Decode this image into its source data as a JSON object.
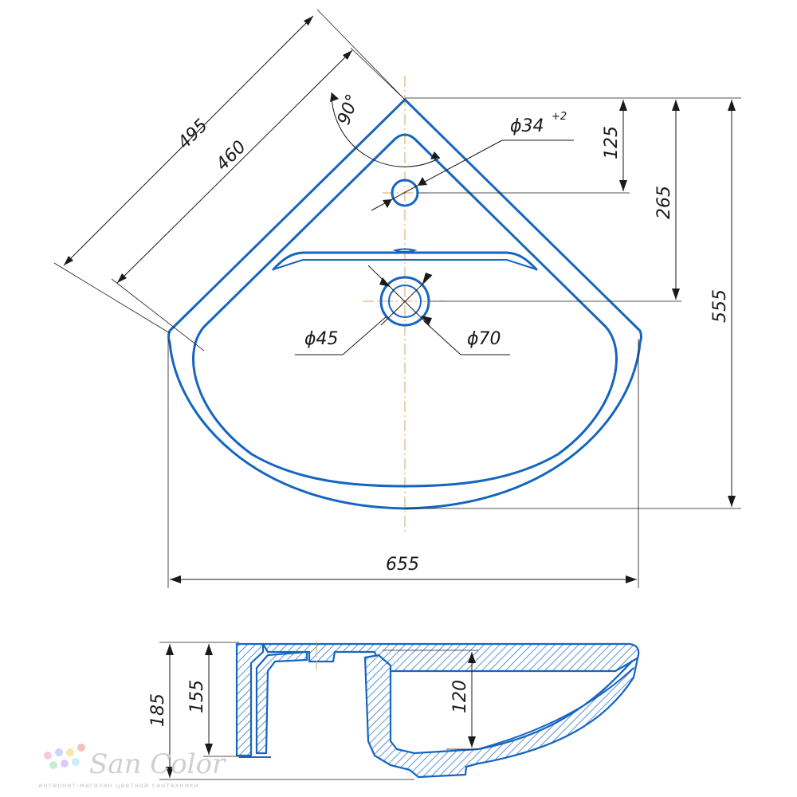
{
  "dimensions": {
    "d495": "495",
    "d460": "460",
    "d90": "90°",
    "d34": "ϕ34",
    "d34_tol": "+2",
    "d125": "125",
    "d265": "265",
    "d555": "555",
    "d45": "ϕ45",
    "d70": "ϕ70",
    "d655": "655",
    "d185": "185",
    "d155": "155",
    "d120": "120"
  },
  "logo": {
    "name": "San Color",
    "tagline": "интернет-магазин цветной сантехники"
  },
  "colors": {
    "outline": "#1565c0",
    "centerline": "#d9a35a",
    "dimension": "#1a1a1a"
  }
}
